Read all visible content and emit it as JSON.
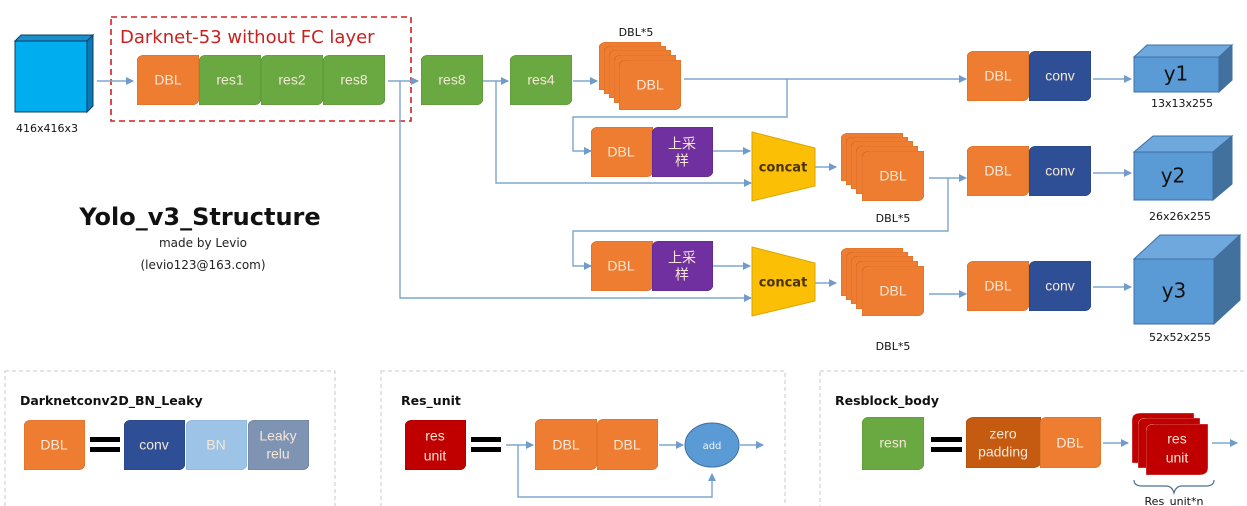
{
  "title": "Yolo_v3_Structure",
  "subtitle": "made by Levio",
  "contact": "(levio123@163.com)",
  "colors": {
    "dbl": "#ee7d31",
    "res": "#6aa842",
    "conv": "#2e4f95",
    "upsample": "#7030a0",
    "concat": "#fbc005",
    "output": "#5b9bd5",
    "input": "#00aeef",
    "bn": "#9dc3e6",
    "leaky": "#7f93b2",
    "res_unit": "#c00000",
    "zero_padding": "#c55a11",
    "arrow": "#7ea6d0",
    "darknet_border": "#d02020"
  },
  "input": {
    "size_label": "416x416x3"
  },
  "darknet": {
    "label": "Darknet-53 without FC layer",
    "blocks": [
      "DBL",
      "res1",
      "res2",
      "res8"
    ]
  },
  "backbone_tail": [
    "res8",
    "res4"
  ],
  "branch1": {
    "stack_label": "DBL*5",
    "stack_block": "DBL",
    "head": [
      "DBL",
      "conv"
    ],
    "output": "y1",
    "output_size": "13x13x255"
  },
  "branch2": {
    "pre": [
      "DBL",
      "上采\n样"
    ],
    "upsample_line1": "上采",
    "upsample_line2": "样",
    "concat": "concat",
    "stack_block": "DBL",
    "stack_label": "DBL*5",
    "head": [
      "DBL",
      "conv"
    ],
    "output": "y2",
    "output_size": "26x26x255"
  },
  "branch3": {
    "pre": [
      "DBL"
    ],
    "upsample_line1": "上采",
    "upsample_line2": "样",
    "concat": "concat",
    "stack_block": "DBL",
    "stack_label": "DBL*5",
    "head": [
      "DBL",
      "conv"
    ],
    "output": "y3",
    "output_size": "52x52x255"
  },
  "legend": [
    {
      "title": "Darknetconv2D_BN_Leaky",
      "lhs": "DBL",
      "rhs": [
        "conv",
        "BN",
        "Leaky",
        "relu"
      ]
    },
    {
      "title": "Res_unit",
      "lhs_line1": "res",
      "lhs_line2": "unit",
      "rhs": [
        "DBL",
        "DBL",
        "add"
      ]
    },
    {
      "title": "Resblock_body",
      "lhs": "resn",
      "rhs_line1": "zero",
      "rhs_line2": "padding",
      "rhs_dbl": "DBL",
      "stack_line1": "res",
      "stack_line2": "unit",
      "stack_label": "Res_unit*n"
    }
  ]
}
